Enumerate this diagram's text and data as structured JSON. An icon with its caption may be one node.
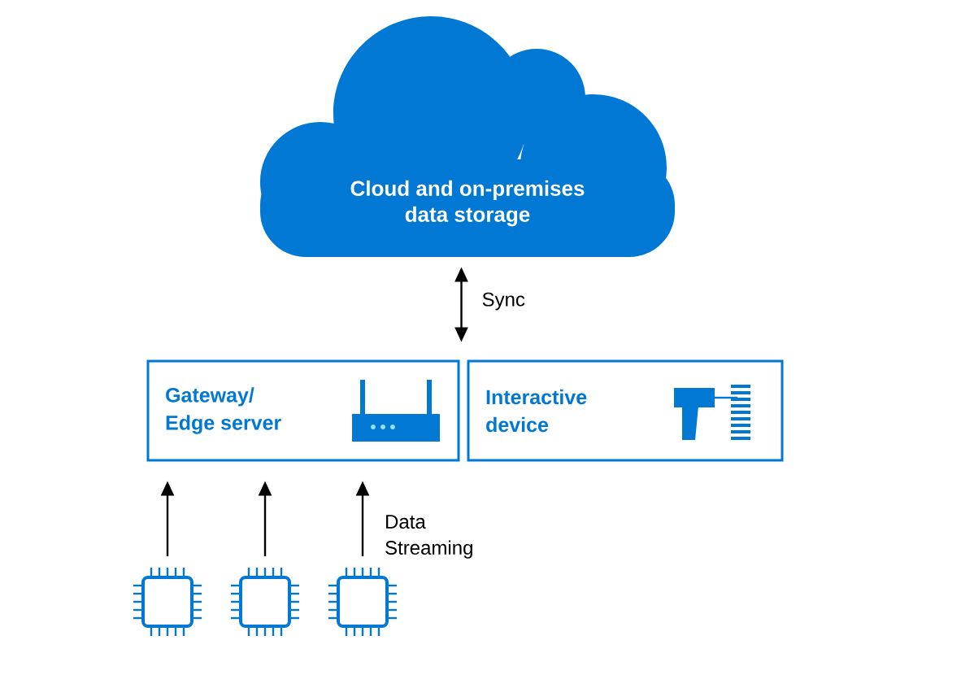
{
  "diagram": {
    "nodes": [
      {
        "text": [
          "Cloud and on-premises data storage"
        ]
      },
      {
        "text": [
          "Gateway/ Edge server"
        ]
      },
      {
        "text": [
          "Interactive device"
        ]
      },
      {
        "text": [],
        "shape": "chip"
      },
      {
        "text": [],
        "shape": "chip"
      },
      {
        "text": [],
        "shape": "chip"
      }
    ],
    "edges": [
      {
        "from": 0,
        "to": 1,
        "arrow": "both",
        "label": "Sync"
      },
      {
        "from": 3,
        "to": 1,
        "arrow": "to"
      },
      {
        "from": 4,
        "to": 1,
        "arrow": "to"
      },
      {
        "from": 5,
        "to": 1,
        "arrow": "to",
        "label": "Data Streaming"
      }
    ]
  }
}
